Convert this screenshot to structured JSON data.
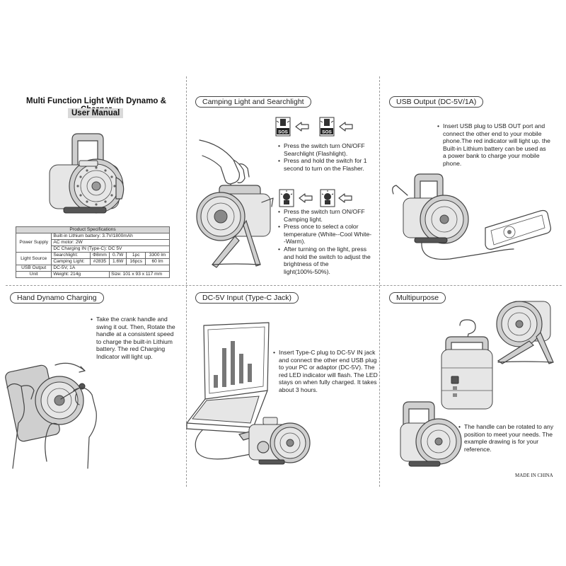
{
  "header": {
    "title": "Multi Function Light With Dynamo & Charger",
    "subtitle": "User Manual"
  },
  "specs": {
    "title": "Product Specifications",
    "rows": {
      "power_label": "Power Supply",
      "power_1": "Built-in Lithium battery: 3.7V/1800mAh",
      "power_2": "AC motor: 2W",
      "power_3": "DC Charging IN (Type-C): DC 5V",
      "light_label": "Light Source",
      "search_label": "Searchlight:",
      "search_size": "Φ8mm",
      "search_power": "0.7W",
      "search_pcs": "1pc",
      "search_lm": "3300 lm",
      "camp_label": "Camping Light:",
      "camp_size": "#2835",
      "camp_power": "1.6W",
      "camp_pcs": "16pcs",
      "camp_lm": "60 lm",
      "usb_label": "USB Output",
      "usb_value": "DC-5V, 1A",
      "unit_label": "Unit",
      "weight": "Weight: 214g",
      "size": "Size: 101 x 93 x 117 mm"
    }
  },
  "camping": {
    "label": "Camping Light  and Searchlight",
    "sos": "SOS",
    "search_bullets": [
      "Press the switch turn ON/OFF Searchlight (Flashlight).",
      "Press and hold the switch for 1 second to turn on the Flasher."
    ],
    "camp_bullets": [
      "Press the switch turn ON/OFF Camping light.",
      "Press once to select a color temperature (White--Cool White--Warm).",
      "After turning on the light, press and hold the switch to adjust the brightness of the light(100%-50%)."
    ]
  },
  "usb": {
    "label": "USB Output (DC-5V/1A)",
    "bullets": [
      "Insert USB plug to USB OUT port and connect the other end to your mobile phone.The red indicator will light up. the Built-in Lithium battery can be used as a power bank to charge your mobile phone."
    ]
  },
  "dynamo": {
    "label": "Hand Dynamo Charging",
    "bullets": [
      "Take the crank handle and swing it out. Then, Rotate the handle at a consistent speed to charge the built-in Lithium battery. The red Charging Indicator will light up."
    ]
  },
  "dc": {
    "label": "DC-5V Input (Type-C Jack)",
    "bullets": [
      "Insert Type-C plug to DC-5V IN jack and connect the other end USB plug to your PC or adaptor (DC-5V). The red LED indicator will flash. The LED stays on when fully charged. It takes about 3 hours."
    ]
  },
  "multi": {
    "label": "Multipurpose",
    "bullets": [
      "The handle can be rotated to any position to meet your needs. The example drawing is for your reference."
    ],
    "made_in": "MADE IN CHINA"
  }
}
